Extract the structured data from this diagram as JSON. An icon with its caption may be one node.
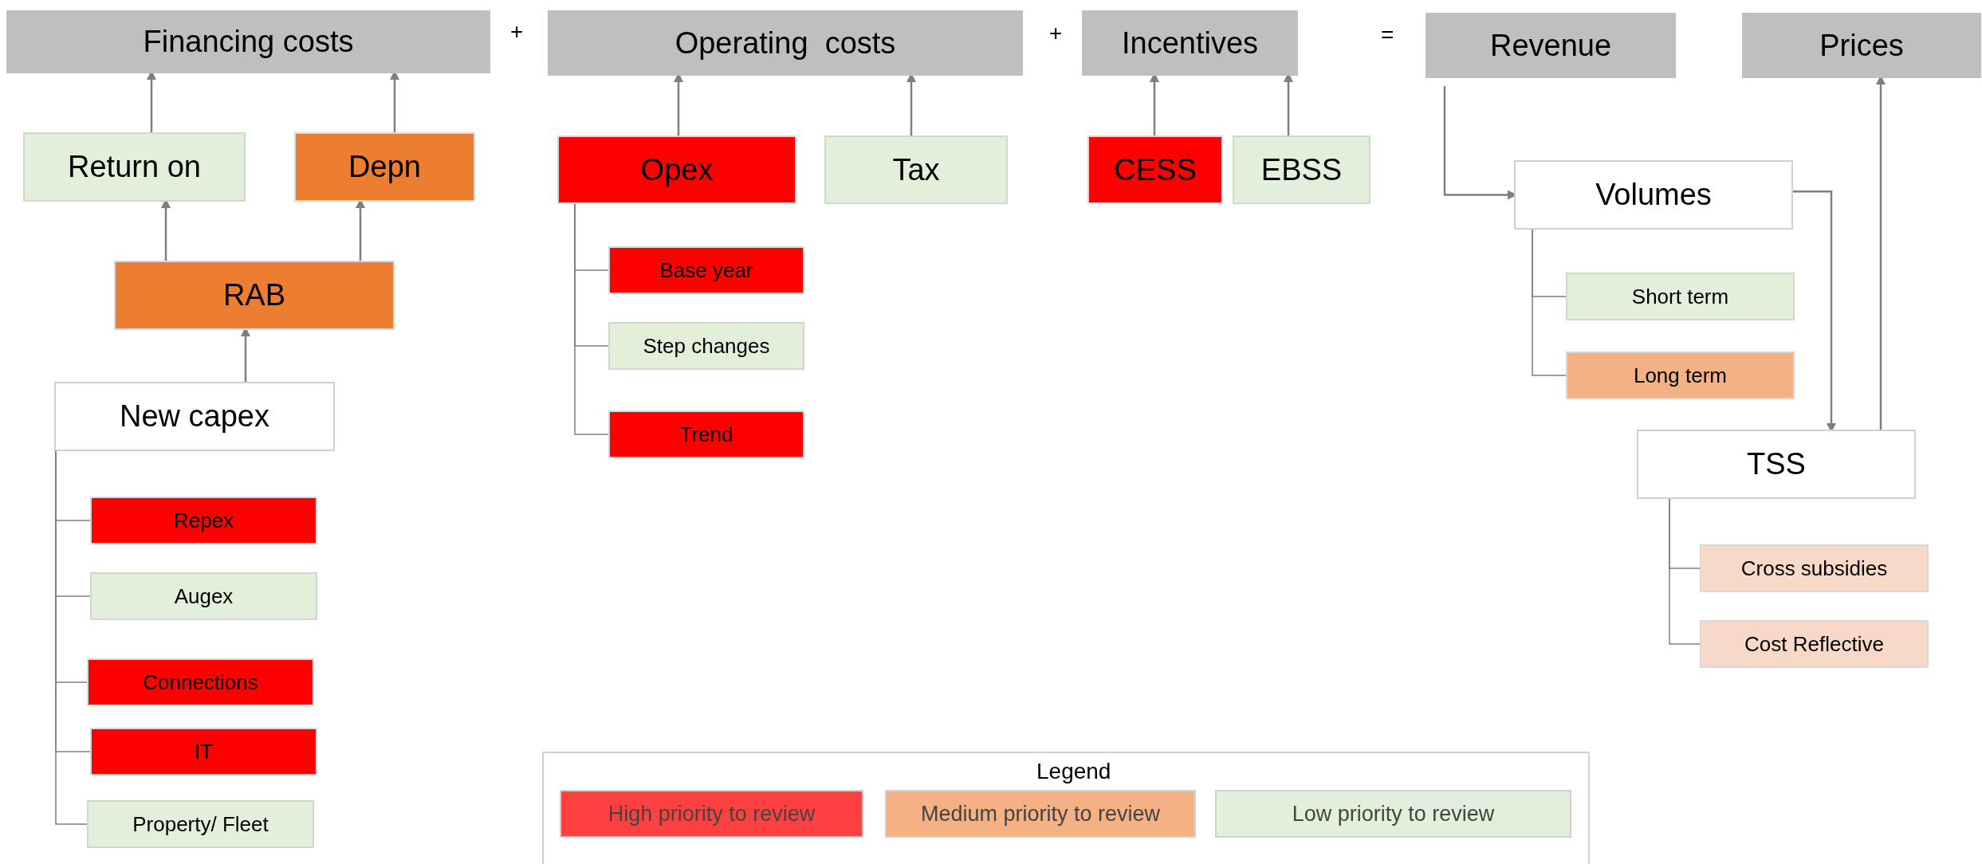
{
  "diagram": {
    "nodes": [
      {
        "text": [
          "Financing costs"
        ]
      },
      {
        "text": [
          "Operating  costs"
        ]
      },
      {
        "text": [
          "Incentives"
        ]
      },
      {
        "text": [
          "Revenue"
        ]
      },
      {
        "text": [
          "Prices"
        ]
      },
      {
        "text": [
          "Return on"
        ]
      },
      {
        "text": [
          "Depn"
        ]
      },
      {
        "text": [
          "RAB"
        ]
      },
      {
        "text": [
          "New capex"
        ]
      },
      {
        "text": [
          "Repex"
        ]
      },
      {
        "text": [
          "Augex"
        ]
      },
      {
        "text": [
          "Connections"
        ]
      },
      {
        "text": [
          "IT"
        ]
      },
      {
        "text": [
          "Property/ Fleet"
        ]
      },
      {
        "text": [
          "Opex"
        ]
      },
      {
        "text": [
          "Base year"
        ]
      },
      {
        "text": [
          "Step changes"
        ]
      },
      {
        "text": [
          "Trend"
        ]
      },
      {
        "text": [
          "Tax"
        ]
      },
      {
        "text": [
          "CESS"
        ]
      },
      {
        "text": [
          "EBSS"
        ]
      },
      {
        "text": [
          "Volumes"
        ]
      },
      {
        "text": [
          "Short term"
        ]
      },
      {
        "text": [
          "Long term"
        ]
      },
      {
        "text": [
          "TSS"
        ]
      },
      {
        "text": [
          "Cross subsidies"
        ]
      },
      {
        "text": [
          "Cost Reflective"
        ]
      }
    ],
    "edges": [
      {
        "from": 5,
        "to": 0,
        "arrow": "to"
      },
      {
        "from": 6,
        "to": 0,
        "arrow": "to"
      },
      {
        "from": 7,
        "to": 5,
        "arrow": "to"
      },
      {
        "from": 7,
        "to": 6,
        "arrow": "to"
      },
      {
        "from": 8,
        "to": 7,
        "arrow": "to"
      },
      {
        "from": 8,
        "to": 9,
        "arrow": "none"
      },
      {
        "from": 8,
        "to": 10,
        "arrow": "none"
      },
      {
        "from": 8,
        "to": 11,
        "arrow": "none"
      },
      {
        "from": 8,
        "to": 12,
        "arrow": "none"
      },
      {
        "from": 8,
        "to": 13,
        "arrow": "none"
      },
      {
        "from": 14,
        "to": 1,
        "arrow": "to"
      },
      {
        "from": 14,
        "to": 15,
        "arrow": "none"
      },
      {
        "from": 14,
        "to": 16,
        "arrow": "none"
      },
      {
        "from": 14,
        "to": 17,
        "arrow": "none"
      },
      {
        "from": 18,
        "to": 1,
        "arrow": "to"
      },
      {
        "from": 19,
        "to": 2,
        "arrow": "to"
      },
      {
        "from": 20,
        "to": 2,
        "arrow": "to"
      },
      {
        "from": 3,
        "to": 21,
        "arrow": "to"
      },
      {
        "from": 21,
        "to": 22,
        "arrow": "none"
      },
      {
        "from": 21,
        "to": 23,
        "arrow": "none"
      },
      {
        "from": 21,
        "to": 24,
        "arrow": "to"
      },
      {
        "from": 24,
        "to": 25,
        "arrow": "none"
      },
      {
        "from": 24,
        "to": 26,
        "arrow": "none"
      },
      {
        "from": 24,
        "to": 4,
        "arrow": "to"
      }
    ],
    "labels": [
      "+",
      "+",
      "=",
      "Legend"
    ],
    "legend": [
      {
        "text": "High priority to review",
        "color": "#ff4040"
      },
      {
        "text": "Medium priority to review",
        "color": "#f4b183"
      },
      {
        "text": "Low priority to review",
        "color": "#e2efda"
      }
    ]
  }
}
